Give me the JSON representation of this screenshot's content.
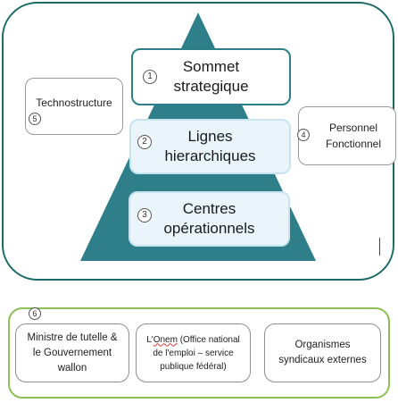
{
  "pyramid": {
    "tiers": [
      {
        "number": "1",
        "label_line1": "Sommet",
        "label_line2": "strategique"
      },
      {
        "number": "2",
        "label_line1": "Lignes",
        "label_line2": "hierarchiques"
      },
      {
        "number": "3",
        "label_line1": "Centres",
        "label_line2": "opérationnels"
      }
    ],
    "colors": {
      "frame": "#1d6b66",
      "triangle": "#2f7f8b",
      "tier_border": "#2d7f87",
      "tier_fill_soft": "#eaf5fb"
    }
  },
  "side_boxes": {
    "techno": {
      "number": "5",
      "label": "Technostructure"
    },
    "personnel": {
      "number": "4",
      "label_line1": "Personnel",
      "label_line2": "Fonctionnel"
    }
  },
  "external": {
    "number": "6",
    "frame_color": "#8dbf55",
    "boxes": [
      {
        "line1": "Ministre de tutelle &",
        "line2": "le Gouvernement",
        "line3": "wallon"
      },
      {
        "line1_prefix": "L'",
        "line1_word": "Onem",
        "line1_rest": " (Office national",
        "line2": "de l'emploi – service",
        "line3": "publique fédéral)"
      },
      {
        "line1": "Organismes",
        "line2": "syndicaux externes"
      }
    ]
  }
}
